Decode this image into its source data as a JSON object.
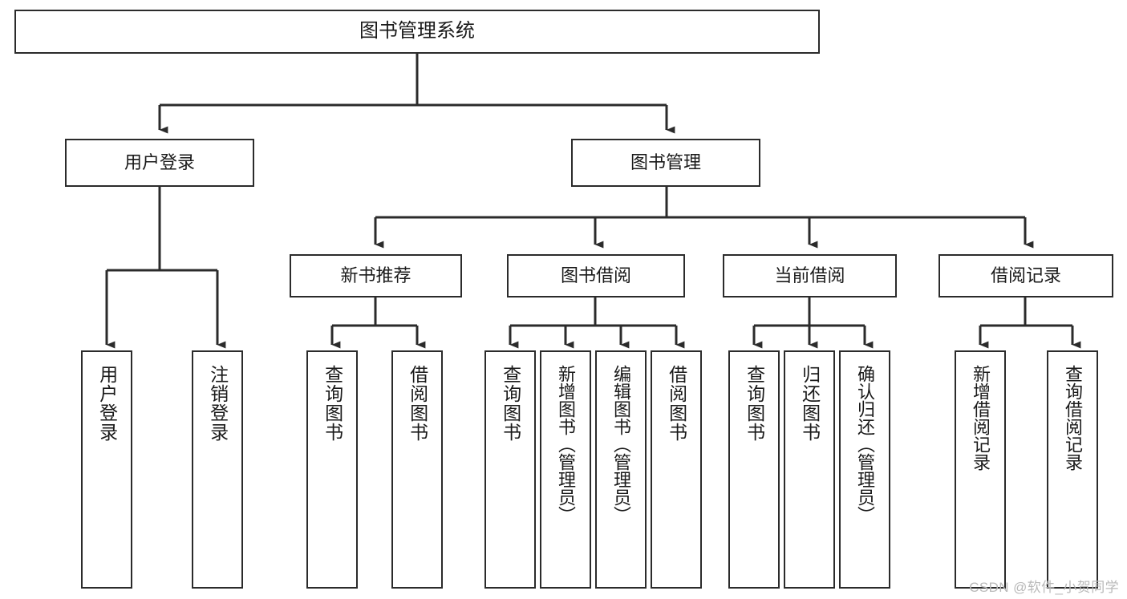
{
  "diagram": {
    "title": "图书管理系统",
    "watermark": "CSDN @软件_小贺同学",
    "line_color": "#2b2b2b",
    "box_border_color": "#2b2b2b",
    "box_fill_color": "#ffffff",
    "background_color": "#ffffff",
    "text_color": "#1a1a1a",
    "watermark_color": "#b9b9b9",
    "root": {
      "label": "图书管理系统"
    },
    "level1": [
      {
        "label": "用户登录"
      },
      {
        "label": "图书管理"
      }
    ],
    "level2": [
      {
        "label": "新书推荐"
      },
      {
        "label": "图书借阅"
      },
      {
        "label": "当前借阅"
      },
      {
        "label": "借阅记录"
      }
    ],
    "leaves": {
      "user_login": [
        {
          "label": "用户登录"
        },
        {
          "label": "注销登录"
        }
      ],
      "new_book_recommend": [
        {
          "label": "查询图书"
        },
        {
          "label": "借阅图书"
        }
      ],
      "book_borrow": [
        {
          "label": "查询图书"
        },
        {
          "label": "新增图书（管理员）"
        },
        {
          "label": "编辑图书（管理员）"
        },
        {
          "label": "借阅图书"
        }
      ],
      "current_borrow": [
        {
          "label": "查询图书"
        },
        {
          "label": "归还图书"
        },
        {
          "label": "确认归还（管理员）"
        }
      ],
      "borrow_record": [
        {
          "label": "新增借阅记录"
        },
        {
          "label": "查询借阅记录"
        }
      ]
    }
  }
}
